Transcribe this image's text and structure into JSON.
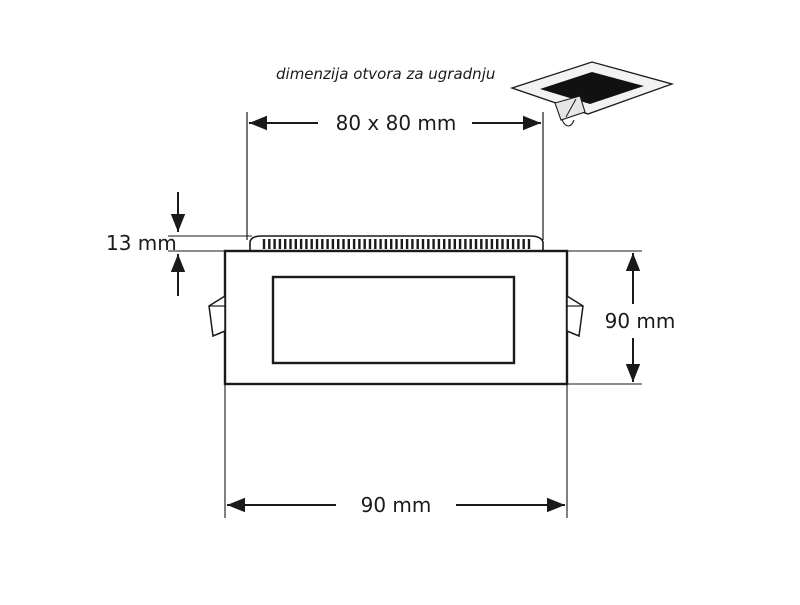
{
  "caption": "dimenzija otvora za ugradnju",
  "dimensions": {
    "cutout": "80 x 80 mm",
    "height": "13 mm",
    "side": "90 mm",
    "width": "90 mm"
  }
}
